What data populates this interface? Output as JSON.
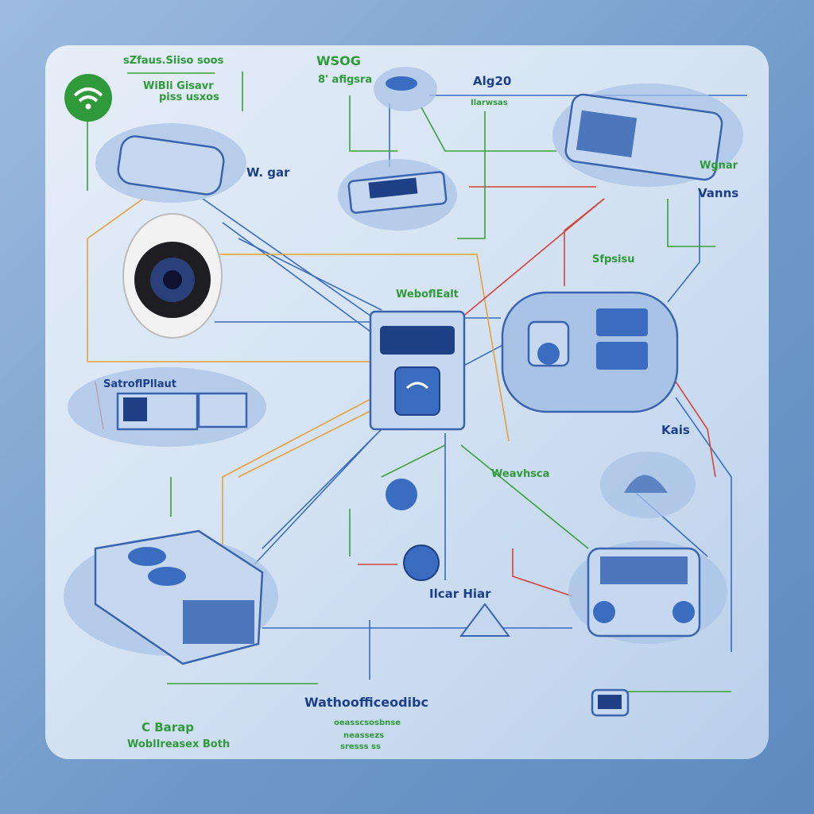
{
  "diagram": {
    "colors": {
      "background": "#7ea3cf",
      "panel": "#dbe7f5",
      "blue_line": "#3a6cc0",
      "orange_line": "#e8a03a",
      "red_line": "#d2453a",
      "green_line": "#3aa03a",
      "label_green": "#2f9a3a",
      "label_blue": "#1c3f8c"
    },
    "labels": {
      "top_left_heading": "sZfaus.Siiso soos",
      "wifi_label_1": "WiBli Gisavr",
      "wifi_label_2": "piss usxos",
      "router_label": "W. gar",
      "top_center_1": "WSOG",
      "top_center_2": "8' afigsra",
      "top_right_1": "Alg20",
      "top_right_2": "Ilarwsas",
      "projector_label_1": "Wgnar",
      "projector_label_2": "Vanns",
      "right_mid": "Sfpsisu",
      "hub_label": "WeboflEalt",
      "left_mid": "SatroflPllaut",
      "right_label": "Kais",
      "center_right": "Weavhsca",
      "bottom_center": "Ilcar  Hiar",
      "bottom_title": "Wathoofficeodibc",
      "bottom_sub_1": "oeasscsosbnse",
      "bottom_sub_2": "neassezs",
      "bottom_sub_3": "sresss ss",
      "bottom_left_1": "C Barap",
      "bottom_left_2": "WoblIreasex Both"
    },
    "icons": [
      "wifi-icon",
      "router-icon",
      "camera-icon",
      "tablet-icon",
      "projector-icon",
      "hub-icon",
      "speaker-icon",
      "console-icon",
      "radio-icon",
      "lamp-icon",
      "pyramid-icon",
      "monitor-icon"
    ]
  }
}
